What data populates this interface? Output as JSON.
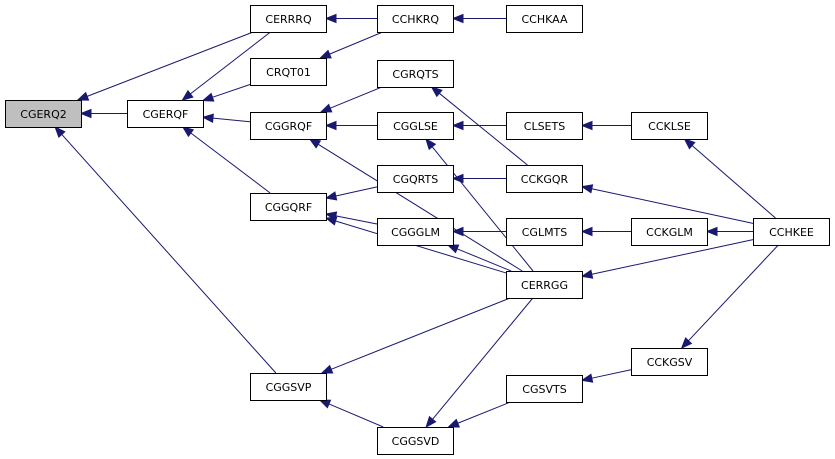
{
  "colors": {
    "edge": "#191970",
    "node_fill": "#ffffff",
    "node_highlight_fill": "#bfbfbf",
    "node_border": "#000000",
    "background": "#ffffff"
  },
  "nodes": [
    {
      "id": "cgerq2",
      "label": "CGERQ2",
      "highlight": true
    },
    {
      "id": "cgerqf",
      "label": "CGERQF"
    },
    {
      "id": "cerrrq",
      "label": "CERRRQ"
    },
    {
      "id": "crqt01",
      "label": "CRQT01"
    },
    {
      "id": "cggrqf",
      "label": "CGGRQF"
    },
    {
      "id": "cggqrf",
      "label": "CGGQRF"
    },
    {
      "id": "cggsvp",
      "label": "CGGSVP"
    },
    {
      "id": "cchkrq",
      "label": "CCHKRQ"
    },
    {
      "id": "cchkaa",
      "label": "CCHKAA"
    },
    {
      "id": "cgrqts",
      "label": "CGRQTS"
    },
    {
      "id": "cgglse",
      "label": "CGGLSE"
    },
    {
      "id": "cgqrts",
      "label": "CGQRTS"
    },
    {
      "id": "cggglm",
      "label": "CGGGLM"
    },
    {
      "id": "cggsvd",
      "label": "CGGSVD"
    },
    {
      "id": "clsets",
      "label": "CLSETS"
    },
    {
      "id": "cckgqr",
      "label": "CCKGQR"
    },
    {
      "id": "cglmts",
      "label": "CGLMTS"
    },
    {
      "id": "cerrgg",
      "label": "CERRGG"
    },
    {
      "id": "cgsvts",
      "label": "CGSVTS"
    },
    {
      "id": "ccklse",
      "label": "CCKLSE"
    },
    {
      "id": "cckglm",
      "label": "CCKGLM"
    },
    {
      "id": "cckgsv",
      "label": "CCKGSV"
    },
    {
      "id": "cchkee",
      "label": "CCHKEE"
    }
  ],
  "edges": [
    {
      "from": "cgerqf",
      "to": "cgerq2"
    },
    {
      "from": "cerrrq",
      "to": "cgerq2"
    },
    {
      "from": "cggsvp",
      "to": "cgerq2"
    },
    {
      "from": "cerrrq",
      "to": "cgerqf"
    },
    {
      "from": "crqt01",
      "to": "cgerqf"
    },
    {
      "from": "cggrqf",
      "to": "cgerqf"
    },
    {
      "from": "cggqrf",
      "to": "cgerqf"
    },
    {
      "from": "cchkrq",
      "to": "cerrrq"
    },
    {
      "from": "cchkrq",
      "to": "crqt01"
    },
    {
      "from": "cchkaa",
      "to": "cchkrq"
    },
    {
      "from": "cgrqts",
      "to": "cggrqf"
    },
    {
      "from": "cgglse",
      "to": "cggrqf"
    },
    {
      "from": "cerrgg",
      "to": "cggrqf"
    },
    {
      "from": "cgqrts",
      "to": "cggqrf"
    },
    {
      "from": "cggglm",
      "to": "cggqrf"
    },
    {
      "from": "cerrgg",
      "to": "cggqrf"
    },
    {
      "from": "cerrgg",
      "to": "cggsvp"
    },
    {
      "from": "cggsvd",
      "to": "cggsvp"
    },
    {
      "from": "cckgqr",
      "to": "cgrqts"
    },
    {
      "from": "clsets",
      "to": "cgglse"
    },
    {
      "from": "cerrgg",
      "to": "cgglse"
    },
    {
      "from": "cckgqr",
      "to": "cgqrts"
    },
    {
      "from": "cglmts",
      "to": "cggglm"
    },
    {
      "from": "cerrgg",
      "to": "cggglm"
    },
    {
      "from": "cerrgg",
      "to": "cggsvd"
    },
    {
      "from": "cgsvts",
      "to": "cggsvd"
    },
    {
      "from": "ccklse",
      "to": "clsets"
    },
    {
      "from": "cchkee",
      "to": "cckgqr"
    },
    {
      "from": "cckglm",
      "to": "cglmts"
    },
    {
      "from": "cchkee",
      "to": "cerrgg"
    },
    {
      "from": "cckgsv",
      "to": "cgsvts"
    },
    {
      "from": "cchkee",
      "to": "ccklse"
    },
    {
      "from": "cchkee",
      "to": "cckglm"
    },
    {
      "from": "cchkee",
      "to": "cckgsv"
    }
  ]
}
